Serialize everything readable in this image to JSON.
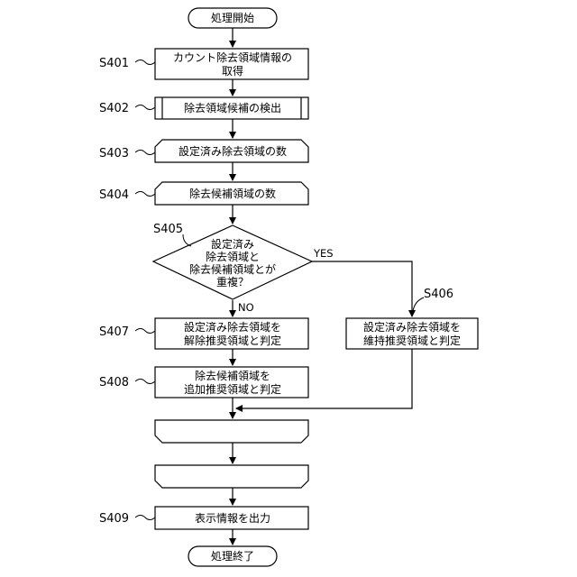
{
  "start": {
    "label": "処理開始"
  },
  "end": {
    "label": "処理終了"
  },
  "steps": [
    {
      "id": "S401",
      "lines": [
        "カウント除去領域情報の",
        "取得"
      ]
    },
    {
      "id": "S402",
      "lines": [
        "除去領域候補の検出"
      ]
    },
    {
      "id": "S403",
      "lines": [
        "設定済み除去領域の数"
      ]
    },
    {
      "id": "S404",
      "lines": [
        "除去候補領域の数"
      ]
    },
    {
      "id": "S405",
      "lines": [
        "設定済み",
        "除去領域と",
        "除去候補領域とが",
        "重複？"
      ]
    },
    {
      "id": "S406",
      "lines": [
        "設定済み除去領域を",
        "維持推奨領域と判定"
      ]
    },
    {
      "id": "S407",
      "lines": [
        "設定済み除去領域を",
        "解除推奨領域と判定"
      ]
    },
    {
      "id": "S408",
      "lines": [
        "除去候補領域を",
        "追加推奨領域と判定"
      ]
    },
    {
      "id": "S409",
      "lines": [
        "表示情報を出力"
      ]
    }
  ],
  "branches": {
    "yes": "YES",
    "no": "NO"
  }
}
